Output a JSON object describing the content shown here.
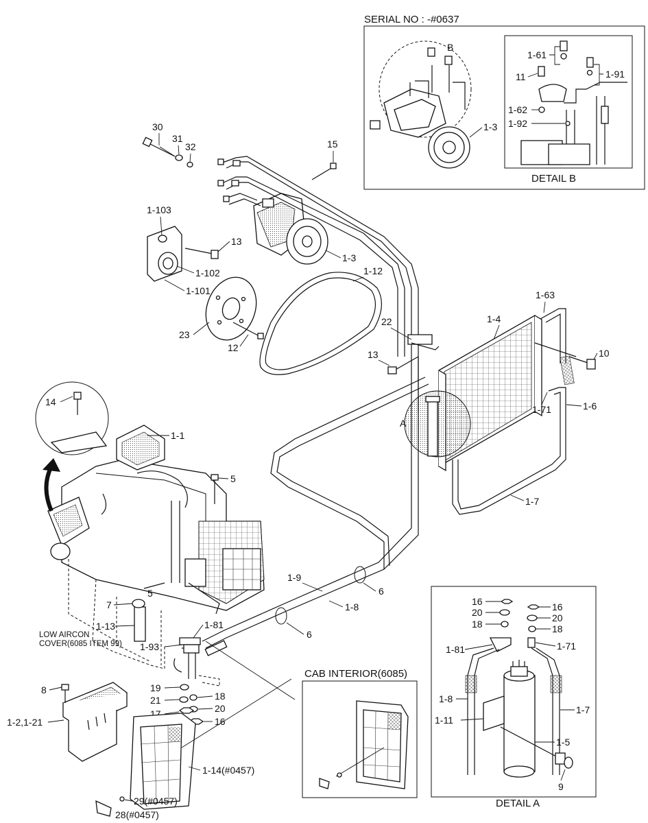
{
  "insets": {
    "serial_title": "SERIAL NO : -#0637",
    "detail_b_title": "DETAIL B",
    "detail_a_title": "DETAIL A",
    "cab_interior_title": "CAB INTERIOR(6085)",
    "low_aircon_line1": "LOW AIRCON",
    "low_aircon_line2": "COVER(6085 ITEM 99)"
  },
  "callouts": {
    "c30": "30",
    "c31": "31",
    "c32": "32",
    "c15": "15",
    "c1_103": "1-103",
    "c13a": "13",
    "c1_102": "1-102",
    "c1_101": "1-101",
    "c1_3a": "1-3",
    "c1_12": "1-12",
    "c23": "23",
    "c12": "12",
    "c22": "22",
    "c13b": "13",
    "c1_4": "1-4",
    "c1_63": "1-63",
    "c10": "10",
    "c1_71a": "1-71",
    "c1_6": "1-6",
    "cA": "A",
    "c1_7a": "1-7",
    "c14": "14",
    "c1_1": "1-1",
    "c5a": "5",
    "c5b": "5",
    "c7": "7",
    "c1_13": "1-13",
    "c1_81a": "1-81",
    "c1_93": "1-93",
    "c1_9": "1-9",
    "c1_8a": "1-8",
    "c6a": "6",
    "c6b": "6",
    "c8": "8",
    "c1_2": "1-2,1-21",
    "c19": "19",
    "c21": "21",
    "c17": "17",
    "c18a": "18",
    "c20a": "20",
    "c16a": "16",
    "c1_14": "1-14(#0457)",
    "c29": "29(#0457)",
    "c28": "28(#0457)",
    "b_B": "B",
    "b_1_3": "1-3",
    "b_1_61": "1-61",
    "b_11": "11",
    "b_1_91": "1-91",
    "b_1_62": "1-62",
    "b_1_92": "1-92",
    "a_16a": "16",
    "a_20a": "20",
    "a_18a": "18",
    "a_16b": "16",
    "a_20b": "20",
    "a_18b": "18",
    "a_1_81": "1-81",
    "a_1_71": "1-71",
    "a_1_8": "1-8",
    "a_1_7": "1-7",
    "a_1_11": "1-11",
    "a_1_5": "1-5",
    "a_9": "9"
  }
}
